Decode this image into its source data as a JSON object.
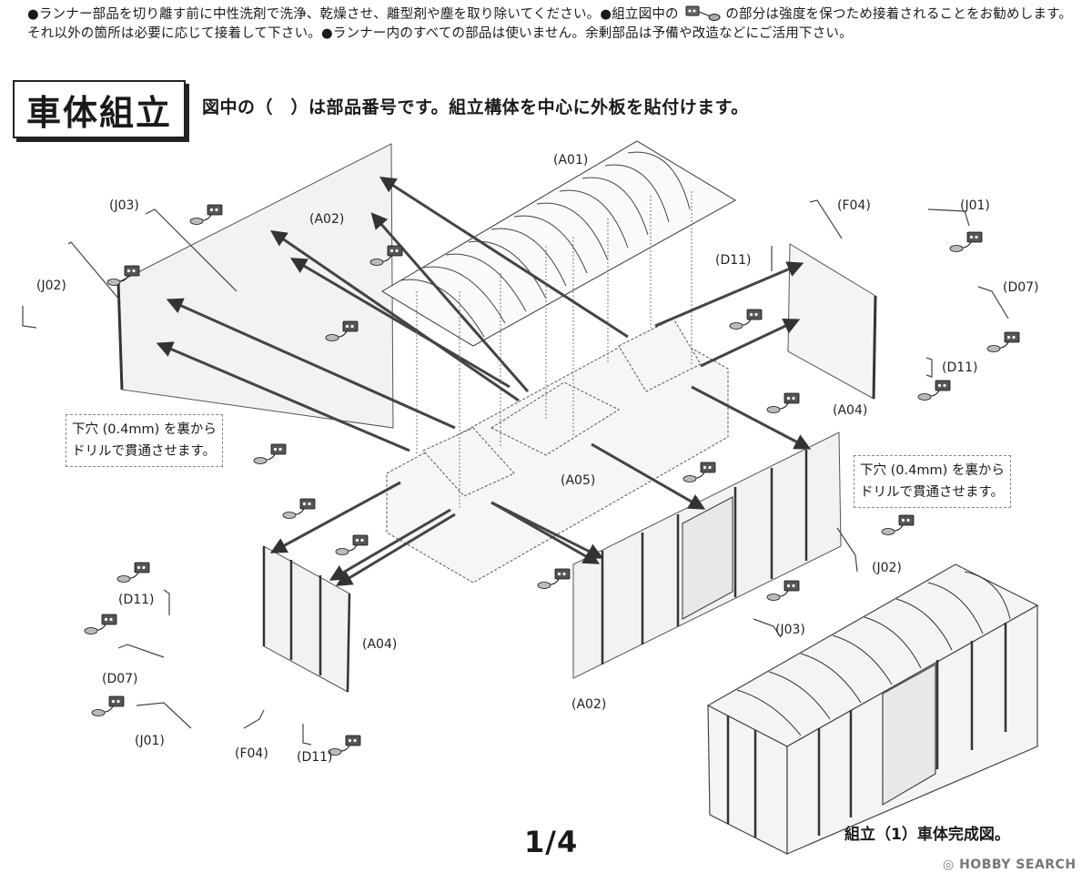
{
  "intro": {
    "part1": "●ランナー部品を切り離す前に中性洗剤で洗浄、乾燥させ、離型剤や塵を取り除いてください。●組立図中の",
    "part2": "の部分は強度を保つため接着されることをお勧めします。それ以外の箇所は必要に応じて接着して下さい。●ランナー内のすべての部品は使いません。余剰部品は予備や改造などにご活用下さい。"
  },
  "section": {
    "title": "車体組立",
    "subtitle": "図中の（　）は部品番号です。組立構体を中心に外板を貼付けます。"
  },
  "labels": {
    "a01": "(A01)",
    "a02_top": "(A02)",
    "a02_bottom": "(A02)",
    "a04_right": "(A04)",
    "a04_left": "(A04)",
    "a05": "(A05)",
    "j01_right": "(J01)",
    "j01_left": "(J01)",
    "j02_left": "(J02)",
    "j02_right": "(J02)",
    "j03_top": "(J03)",
    "j03_bottom": "(J03)",
    "f04_top": "(F04)",
    "f04_bottom": "(F04)",
    "d11_right_top": "(D11)",
    "d11_right_mid": "(D11)",
    "d11_left_top": "(D11)",
    "d11_left_bottom": "(D11)",
    "d07_right": "(D07)",
    "d07_left": "(D07)"
  },
  "notes": {
    "left": [
      "下穴 (0.4mm) を裏から",
      "ドリルで貫通させます。"
    ],
    "right": [
      "下穴 (0.4mm) を裏から",
      "ドリルで貫通させます。"
    ]
  },
  "footer": {
    "page": "1/4",
    "caption": "組立（1）車体完成図。",
    "watermark": "HOBBY SEARCH"
  },
  "icons": {
    "glue": "glue-tube-icon",
    "watermark_logo": "hobby-search-logo-icon"
  }
}
